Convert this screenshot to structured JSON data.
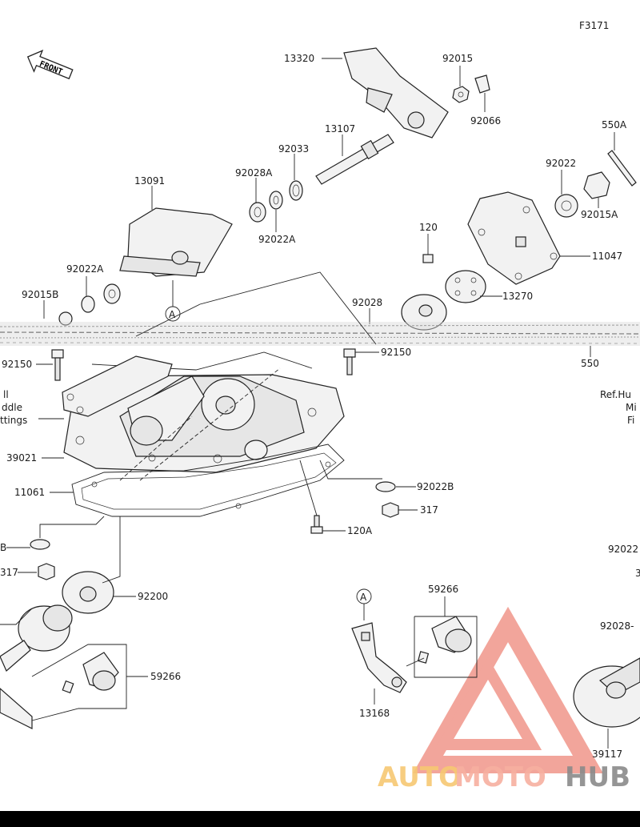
{
  "figure_code": "F3171",
  "front_label": "FRONT",
  "callout_letter": "A",
  "labels": {
    "p13320": "13320",
    "p92015": "92015",
    "p92066": "92066",
    "p13107": "13107",
    "p92033": "92033",
    "p550A": "550A",
    "p92028A": "92028A",
    "p13091": "13091",
    "p92022A_top": "92022A",
    "p92022": "92022",
    "p92015A": "92015A",
    "p92022A_left": "92022A",
    "p120": "120",
    "p11047": "11047",
    "p92015B": "92015B",
    "p92028": "92028",
    "p13270": "13270",
    "p92150_left": "92150",
    "p92150_right": "92150",
    "p550": "550",
    "p39021": "39021",
    "p11061": "11061",
    "p92022B": "92022B",
    "p317_right": "317",
    "p120A": "120A",
    "pB_left": "B",
    "p317_left": "317",
    "p92200": "92200",
    "p59266_right": "59266",
    "p59266_left": "59266",
    "p13168": "13168",
    "p92022_right_edge": "92022",
    "p3_right_edge": "3",
    "p92028_right_edge": "92028-",
    "p39117": "39117"
  },
  "ref_note": {
    "line1": "Ref.Hu",
    "line2": "Mi",
    "line3": "Fi"
  },
  "left_note": {
    "line1": "ll",
    "line2": "ddle",
    "line3": "ttings"
  },
  "watermark": {
    "part1": "AUTO",
    "part2": "MOTO",
    "part3": "HUB"
  },
  "colors": {
    "watermark_red": "#e85c4a",
    "watermark_orange": "#f5b041",
    "watermark_gray": "#808080"
  }
}
